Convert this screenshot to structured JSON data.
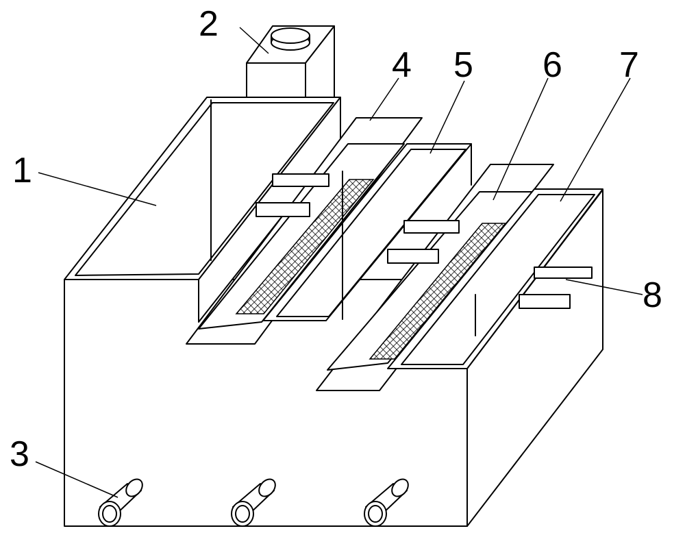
{
  "labels": {
    "l1": "1",
    "l2": "2",
    "l3": "3",
    "l4": "4",
    "l5": "5",
    "l6": "6",
    "l7": "7",
    "l8": "8"
  }
}
